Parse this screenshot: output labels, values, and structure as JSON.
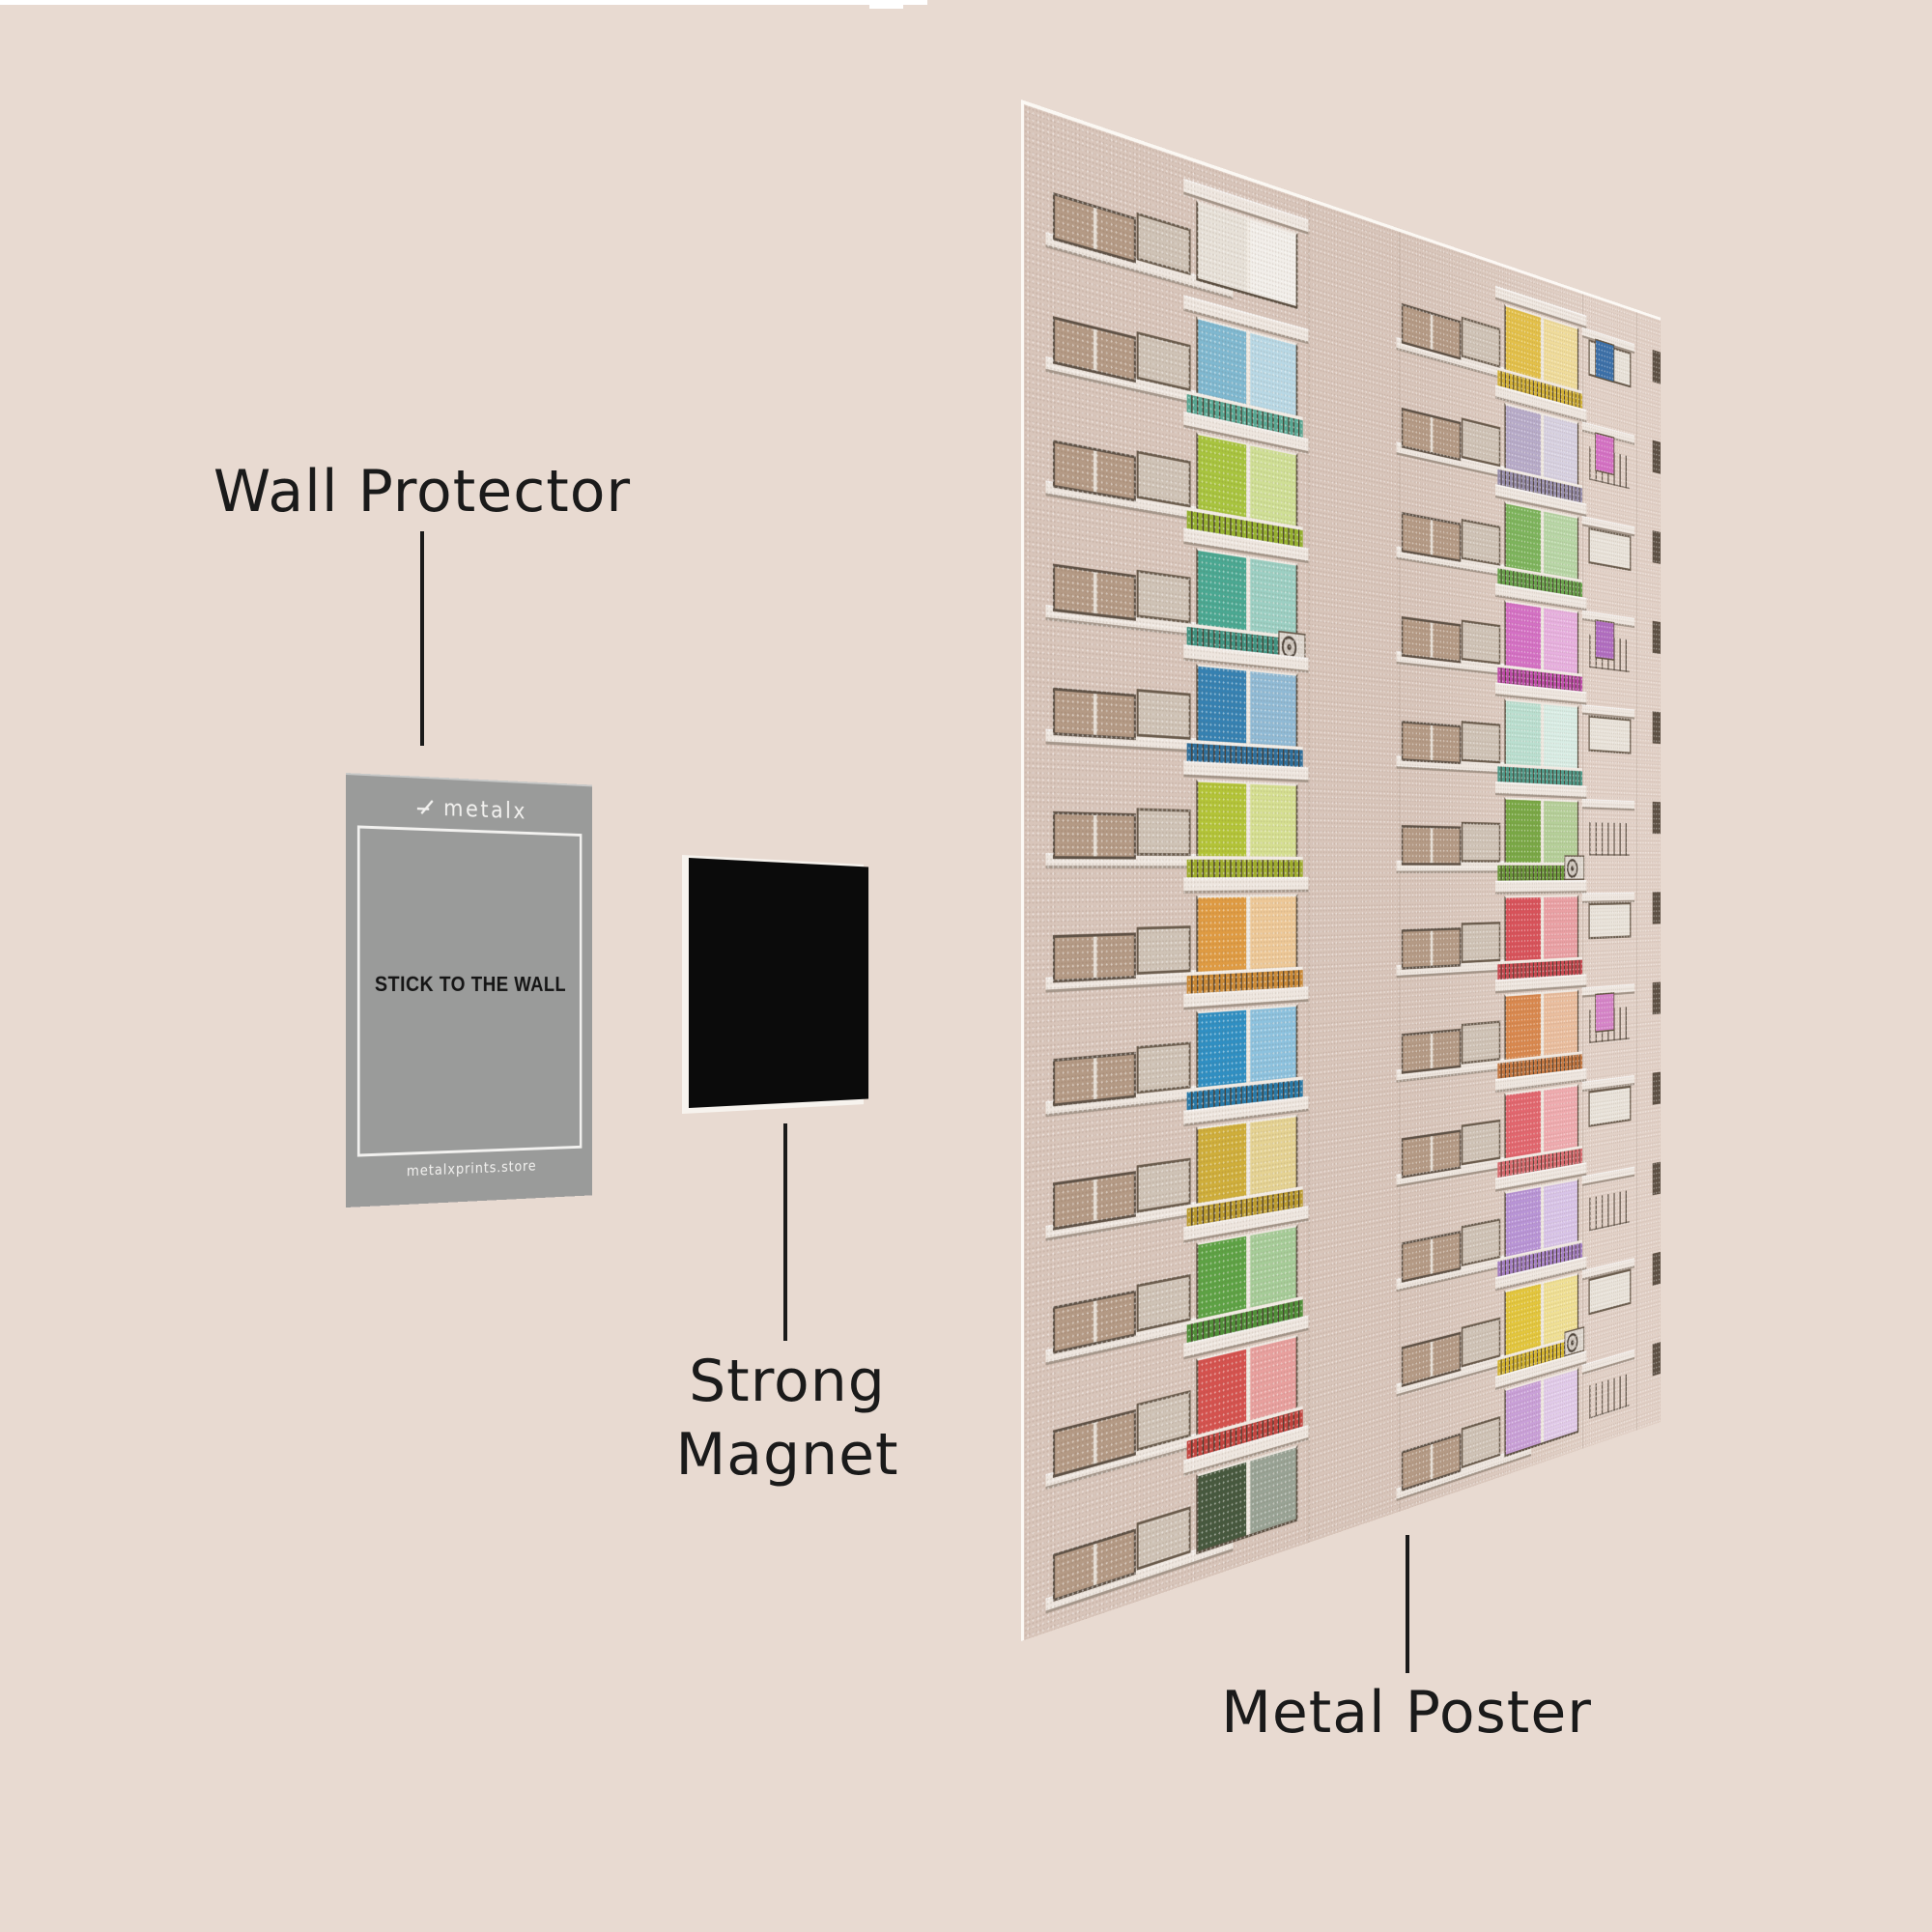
{
  "background_color": "#e8dad1",
  "text_color": "#1a1a1a",
  "top_edge_highlight_color": "#ffffff",
  "labels": {
    "wall_protector": "Wall Protector",
    "strong_line1": "Strong",
    "strong_line2": "Magnet",
    "metal_poster": "Metal Poster"
  },
  "card": {
    "brand": "metalx",
    "center_text": "STICK TO THE WALL",
    "footer_text": "metalxprints.store",
    "bg_color": "#9a9b9a",
    "light_color": "#f2f1ef",
    "dark_text_color": "#151515"
  },
  "magnet": {
    "color": "#0b0b0b",
    "backing_color": "#f7f3ee"
  },
  "poster": {
    "wall_color_left": "#d8c5ba",
    "wall_color_right": "#e2d1c7",
    "slab_color": "#eee6df",
    "frame_color": "#5c4f41",
    "brown_glass_color": "#b49a85",
    "pale_glass_color": "#cfc3b6",
    "small_window_color": "#e9e3da",
    "edge_sliver_color": "#5d5044",
    "railing_bar_color": "#4a3e32",
    "seam_positions": [
      445,
      615,
      1015,
      1150
    ],
    "floors": [
      {
        "a": "#e7e1d8",
        "a_rail": null,
        "b": "#e3c049",
        "b_rail": "#d3b236",
        "strip": "#3a6fa8",
        "ac": null
      },
      {
        "a": "#7fb8d0",
        "a_rail": "#57a894",
        "b": "#b7abc9",
        "b_rail": "#968dac",
        "strip": "#d470c4",
        "ac": null
      },
      {
        "a": "#a8c43e",
        "a_rail": "#96b22f",
        "b": "#7db45c",
        "b_rail": "#68a34b",
        "strip": null,
        "ac": null
      },
      {
        "a": "#4aa892",
        "a_rail": "#3f9482",
        "b": "#d470c4",
        "b_rail": "#bf4cab",
        "strip": "#b06cc0",
        "ac": "A"
      },
      {
        "a": "#3581b2",
        "a_rail": "#2d6f9c",
        "b": "#badfd0",
        "b_rail": "#4f9b8a",
        "strip": null,
        "ac": null
      },
      {
        "a": "#b3c437",
        "a_rail": "#9fae2c",
        "b": "#79a845",
        "b_rail": "#689637",
        "strip": null,
        "ac": "B"
      },
      {
        "a": "#df9b42",
        "a_rail": "#cc8a35",
        "b": "#d8525a",
        "b_rail": "#c84850",
        "strip": null,
        "ac": null
      },
      {
        "a": "#2f8fc3",
        "a_rail": "#2779a8",
        "b": "#d9884e",
        "b_rail": "#c4763f",
        "strip": "#d583c8",
        "ac": null
      },
      {
        "a": "#cfae3a",
        "a_rail": "#bd9d2e",
        "b": "#e2666e",
        "b_rail": "#d96a6f",
        "strip": null,
        "ac": null
      },
      {
        "a": "#5da244",
        "a_rail": "#4f9038",
        "b": "#b894d6",
        "b_rail": "#a47fc5",
        "strip": null,
        "ac": null
      },
      {
        "a": "#d5524e",
        "a_rail": "#c4443f",
        "b": "#e3c63c",
        "b_rail": "#d4b52d",
        "strip": null,
        "ac": "B"
      },
      {
        "a": "#46583e",
        "a_rail": null,
        "b": "#c9a0d8",
        "b_rail": null,
        "strip": null,
        "ac": null
      }
    ]
  }
}
